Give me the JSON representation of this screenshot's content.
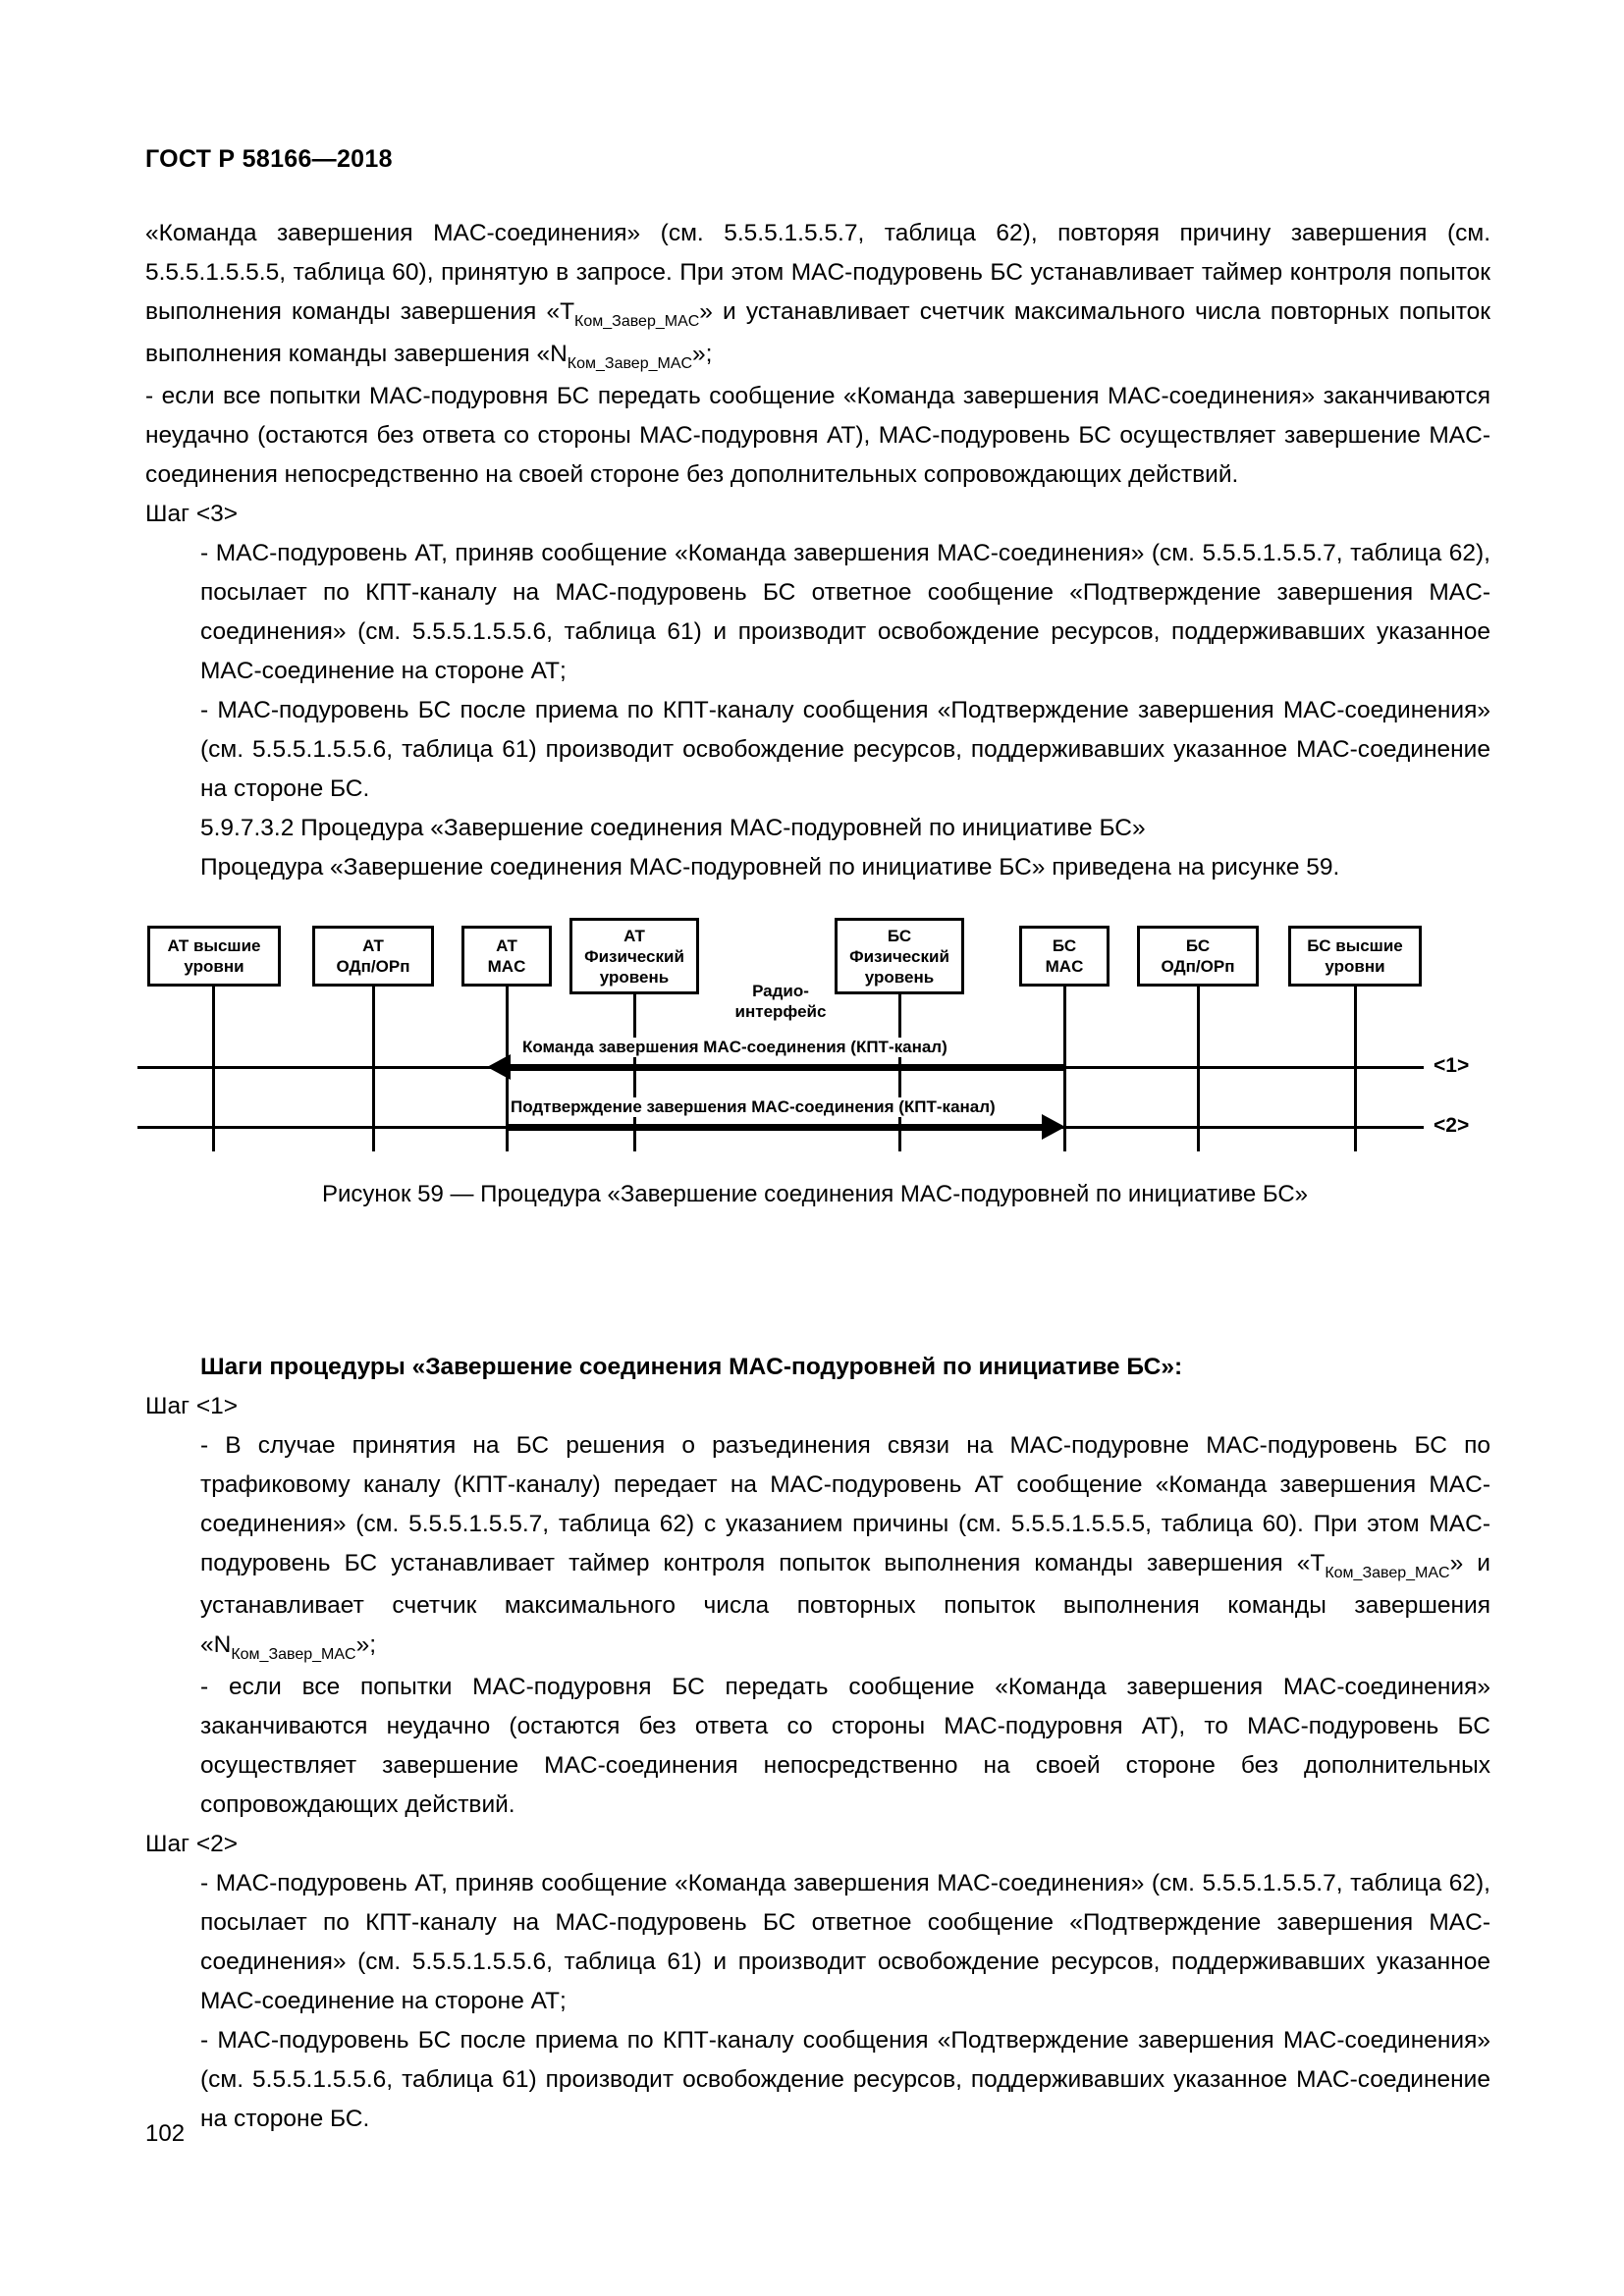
{
  "document": {
    "header": "ГОСТ Р 58166—2018",
    "page_number": "102"
  },
  "body_top": {
    "para1": "«Команда завершения MAC-соединения» (см. 5.5.5.1.5.5.7, таблица 62), повторяя причину завершения (см. 5.5.5.1.5.5.5, таблица 60), принятую в запросе. При этом MAC-подуровень БС устанавливает таймер контроля попыток выполнения команды завершения «T",
    "para1_sub": "Ком_Завер_MAC",
    "para1_cont": "» и устанавливает счетчик максимального числа повторных попыток выполнения команды завершения «N",
    "para1_sub2": "Ком_Завер_MAC",
    "para1_end": "»;",
    "para2": "- если все попытки MAC-подуровня БС передать сообщение «Команда завершения MAC-соединения» заканчиваются неудачно (остаются без ответа со стороны MAC-подуровня АТ), MAC-подуровень БС осуществляет завершение MAC-соединения непосредственно на своей стороне без дополнительных сопровождающих действий.",
    "step3_label": "Шаг <3>",
    "step3_item1": "- MAC-подуровень АТ, приняв сообщение «Команда завершения MAC-соединения» (см. 5.5.5.1.5.5.7, таблица 62), посылает по КПТ-каналу на MAC-подуровень БС ответное сообщение «Подтверждение завершения MAC-соединения» (см. 5.5.5.1.5.5.6, таблица 61) и производит освобождение ресурсов, поддерживавших указанное MAC-соединение на стороне АТ;",
    "step3_item2": "- MAC-подуровень БС после приема по КПТ-каналу сообщения «Подтверждение завершения MAC-соединения» (см. 5.5.5.1.5.5.6, таблица 61) производит освобождение ресурсов, поддерживавших указанное MAC-соединение на стороне БС.",
    "clause": "5.9.7.3.2 Процедура «Завершение соединения MAC-подуровней по инициативе БС»",
    "intro": "Процедура «Завершение соединения MAC-подуровней по инициативе БС» приведена на рисунке 59."
  },
  "figure": {
    "caption": "Рисунок 59 — Процедура «Завершение соединения MAC-подуровней по инициативе БС»",
    "nodes": [
      {
        "line1": "АТ высшие",
        "line2": "уровни"
      },
      {
        "line1": "АТ",
        "line2": "ОДп/ОРп"
      },
      {
        "line1": "АТ",
        "line2": "MAC"
      },
      {
        "line1": "АТ",
        "line2": "Физический",
        "line3": "уровень"
      },
      {
        "line1": "БС",
        "line2": "Физический",
        "line3": "уровень"
      },
      {
        "line1": "БС",
        "line2": "MAC"
      },
      {
        "line1": "БС",
        "line2": "ОДп/ОРп"
      },
      {
        "line1": "БС высшие",
        "line2": "уровни"
      }
    ],
    "radio_interface": {
      "line1": "Радио-",
      "line2": "интерфейс"
    },
    "messages": [
      {
        "label": "Команда завершения MAC-соединения (КПТ-канал)",
        "direction": "left",
        "step": "<1>"
      },
      {
        "label": "Подтверждение завершения MAC-соединения (КПТ-канал)",
        "direction": "right",
        "step": "<2>"
      }
    ]
  },
  "body_bottom": {
    "steps_heading": "Шаги процедуры «Завершение соединения MAC-подуровней по инициативе БС»:",
    "step1_label": "Шаг <1>",
    "step1_item1_a": "- В случае принятия на БС решения о разъединения связи на MAC-подуровне MAC-подуровень БС по трафиковому каналу (КПТ-каналу) передает на MAC-подуровень АТ сообщение «Команда завершения MAC-соединения» (см. 5.5.5.1.5.5.7, таблица 62) с указанием причины (см. 5.5.5.1.5.5.5, таблица 60). При этом MAC-подуровень БС устанавливает таймер контроля попыток выполнения команды завершения «T",
    "step1_sub1": "Ком_Завер_MAC",
    "step1_item1_b": "» и устанавливает счетчик максимального числа повторных попыток выполнения команды завершения «N",
    "step1_sub2": "Ком_Завер_MAC",
    "step1_item1_c": "»;",
    "step1_item2": "- если все попытки MAC-подуровня БС передать сообщение «Команда завершения MAC-соединения» заканчиваются неудачно (остаются без ответа со стороны MAC-подуровня АТ), то MAC-подуровень БС осуществляет завершение MAC-соединения непосредственно на своей стороне без дополнительных сопровождающих действий.",
    "step2_label": "Шаг <2>",
    "step2_item1": "- MAC-подуровень АТ, приняв сообщение «Команда завершения MAC-соединения» (см. 5.5.5.1.5.5.7, таблица 62), посылает по КПТ-каналу на MAC-подуровень БС ответное сообщение «Подтверждение завершения MAC-соединения» (см. 5.5.5.1.5.5.6, таблица 61) и производит освобождение ресурсов, поддерживавших указанное MAC-соединение на стороне АТ;",
    "step2_item2": "- MAC-подуровень БС после приема по КПТ-каналу сообщения «Подтверждение завершения MAC-соединения» (см. 5.5.5.1.5.5.6, таблица 61) производит освобождение ресурсов, поддерживавших указанное MAC-соединение на стороне БС."
  }
}
